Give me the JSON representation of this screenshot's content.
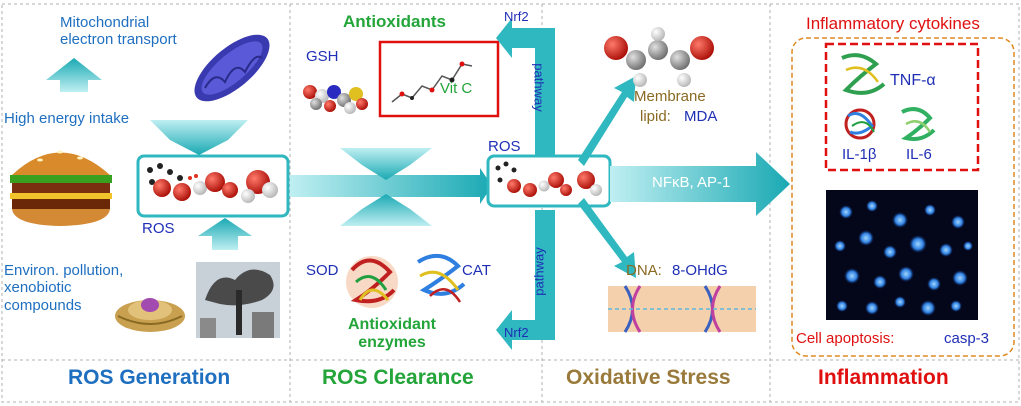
{
  "sections": {
    "generation": "ROS Generation",
    "clearance": "ROS Clearance",
    "stress": "Oxidative Stress",
    "inflammation": "Inflammation"
  },
  "generation": {
    "mito_label": "Mitochondrial\nelectron transport",
    "energy_label": "High energy intake",
    "ros_label": "ROS",
    "pollution_label": "Environ. pollution,\nxenobiotic\ncompounds"
  },
  "clearance": {
    "antioxidants_title": "Antioxidants",
    "gsh_label": "GSH",
    "vitc_label": "Vit C",
    "sod_label": "SOD",
    "cat_label": "CAT",
    "enzymes_title": "Antioxidant\nenzymes"
  },
  "pathway": {
    "nrf2_top": "Nrf2",
    "nrf2_bottom": "Nrf2",
    "pathway_top": "pathway",
    "pathway_bottom": "pathway",
    "ros_label": "ROS"
  },
  "stress": {
    "membrane_label": "Membrane",
    "lipid_label": "lipid:",
    "mda_label": "MDA",
    "dna_label": "DNA:",
    "ohdg_label": "8-OHdG",
    "nfkb_label": "NFκB, AP-1"
  },
  "inflammation": {
    "cytokines_title": "Inflammatory cytokines",
    "tnf_label": "TNF-α",
    "il1_label": "IL-1β",
    "il6_label": "IL-6",
    "apoptosis_label": "Cell apoptosis:",
    "casp_label": "casp-3"
  },
  "colors": {
    "teal_arrow": "#2fb8c0",
    "section_blue": "#1f6fc0",
    "section_green": "#23a53a",
    "section_brown": "#9a7a3a",
    "section_red": "#e01010",
    "divider": "#b0b0b0"
  }
}
